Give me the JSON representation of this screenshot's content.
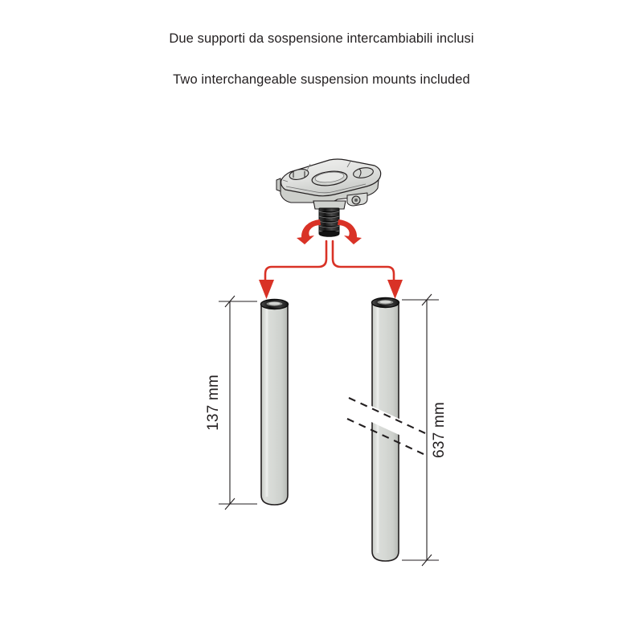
{
  "captions": {
    "italian": "Due supporti da sospensione intercambiabili inclusi",
    "english": "Two interchangeable suspension mounts included"
  },
  "diagram": {
    "title": "exploded view of ceiling suspension mount with two interchangeable tubes",
    "colors": {
      "arrow_red": "#d93226",
      "tube_fill": "#d5d8d4",
      "tube_shade": "#b9bdb8",
      "outline": "#231f20",
      "plate_fill": "#e3e4e2",
      "thread_dark": "#2b2b2b",
      "background": "#ffffff"
    },
    "mount": {
      "label": "suspension mount bracket",
      "stud_label": "threaded stud",
      "rotation_hint": "screw / rotate to interchange"
    },
    "tubes": [
      {
        "id": "short-tube",
        "label": "short suspension tube",
        "dimension": "137 mm",
        "broken": false
      },
      {
        "id": "long-tube",
        "label": "long suspension tube",
        "dimension": "637 mm",
        "broken": true,
        "break_note": "break symbol indicates shortened representation"
      }
    ]
  }
}
